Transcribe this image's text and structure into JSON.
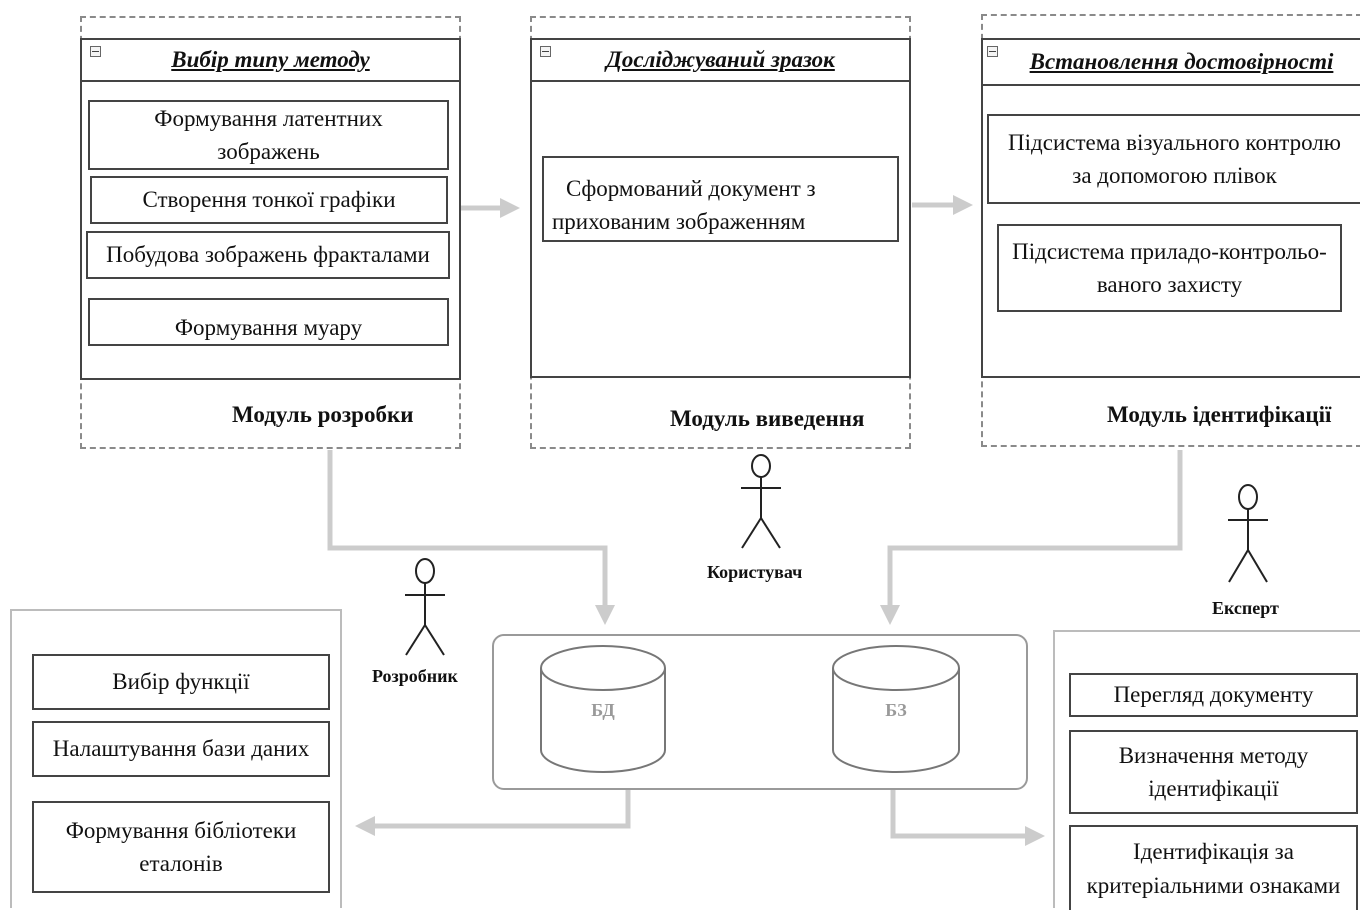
{
  "modules": {
    "dev": {
      "title": "Вибір типу методу",
      "items": [
        [
          "Формування латентних",
          "зображень"
        ],
        [
          "Створення тонкої графіки"
        ],
        [
          "Побудова зображень фракталами"
        ],
        [
          "Формування муару"
        ]
      ],
      "label": "Модуль розробки"
    },
    "input": {
      "title": "Досліджуваний зразок",
      "items": [
        [
          "Сформований документ з",
          "прихованим зображенням"
        ]
      ],
      "label": "Модуль виведення"
    },
    "ident": {
      "title": "Встановлення достовірності",
      "items": [
        [
          "Підсистема візуального контролю",
          "за допомогою плівок"
        ],
        [
          "Підсистема приладо-контрольо-",
          "ваного захисту"
        ]
      ],
      "label": "Модуль ідентифікації"
    }
  },
  "actors": {
    "user": "Користувач",
    "developer": "Розробник",
    "expert": "Експерт"
  },
  "storage": {
    "db": "БД",
    "kb": "БЗ"
  },
  "developer_panel": {
    "items": [
      [
        "Вибір функції"
      ],
      [
        "Налаштування бази даних"
      ],
      [
        "Формування бібліотеки",
        "еталонів"
      ]
    ]
  },
  "expert_panel": {
    "items": [
      [
        "Перегляд документу"
      ],
      [
        "Визначення методу",
        "ідентифікації"
      ],
      [
        "Ідентифікація за",
        "критеріальними ознаками"
      ]
    ]
  },
  "colors": {
    "arrow": "#cccccc",
    "border": "#444444",
    "dashed": "#8a8a8a",
    "db_label": "#9a9a9a"
  }
}
